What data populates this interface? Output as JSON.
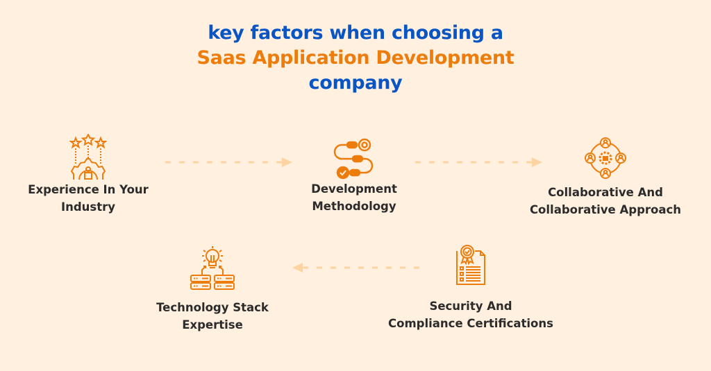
{
  "title": {
    "line1": "key factors when choosing a",
    "line2": "Saas Application Development",
    "line3": "company"
  },
  "colors": {
    "background": "#fff0e0",
    "title_blue": "#0a55c4",
    "title_orange": "#ec7d0c",
    "icon_orange": "#ec7d0c",
    "arrow_peach": "#fdd3a2",
    "label_text": "#2b2b2b"
  },
  "nodes": [
    {
      "icon": "experience-stars-gear-icon",
      "line1": "Experience In Your",
      "line2": "Industry"
    },
    {
      "icon": "development-workflow-icon",
      "line1": "Development",
      "line2": "Methodology"
    },
    {
      "icon": "collaboration-team-icon",
      "line1": "Collaborative And",
      "line2": "Collaborative Approach"
    },
    {
      "icon": "security-certificate-icon",
      "line1": "Security And",
      "line2": "Compliance Certifications"
    },
    {
      "icon": "technology-stack-icon",
      "line1": "Technology Stack",
      "line2": "Expertise"
    }
  ],
  "arrows": [
    {
      "from": "Experience In Your Industry",
      "to": "Development Methodology",
      "direction": "right"
    },
    {
      "from": "Development Methodology",
      "to": "Collaborative And Collaborative Approach",
      "direction": "right"
    },
    {
      "from": "Security And Compliance Certifications",
      "to": "Technology Stack Expertise",
      "direction": "left"
    }
  ]
}
